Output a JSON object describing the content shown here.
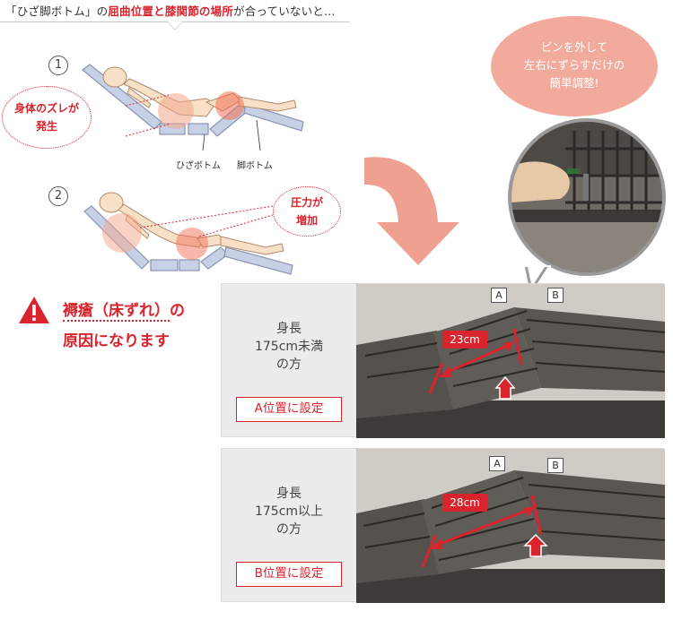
{
  "header": {
    "part1": "「ひざ脚ボトム」の",
    "part2": "屈曲位置と膝関節の場所",
    "part3": "が合っていないと…"
  },
  "scenario1": {
    "number": "1",
    "bubble_line1": "身体のズレが",
    "bubble_line2": "発生",
    "label_knee": "ひざボトム",
    "label_leg": "脚ボトム"
  },
  "scenario2": {
    "number": "2",
    "bubble_line1": "圧力が",
    "bubble_line2": "増加"
  },
  "balloon": {
    "line1": "ピンを外して",
    "line2": "左右にずらすだけの",
    "line3": "簡単調整!"
  },
  "warning": {
    "line1_main": "褥瘡（床ずれ）",
    "line1_tail": "の",
    "line2": "原因になります"
  },
  "panel_a": {
    "line1": "身長",
    "line2": "175cm未満",
    "line3": "の方",
    "setting": "A位置に設定",
    "tag_a": "A",
    "tag_b": "B",
    "distance": "23cm"
  },
  "panel_b": {
    "line1": "身長",
    "line2": "175cm以上",
    "line3": "の方",
    "setting": "B位置に設定",
    "tag_a": "A",
    "tag_b": "B",
    "distance": "28cm"
  },
  "colors": {
    "accent_red": "#d9232d",
    "balloon_pink": "#f2aa9d",
    "arrow_salmon": "#f0a090",
    "panel_gray": "#ebeceb"
  }
}
